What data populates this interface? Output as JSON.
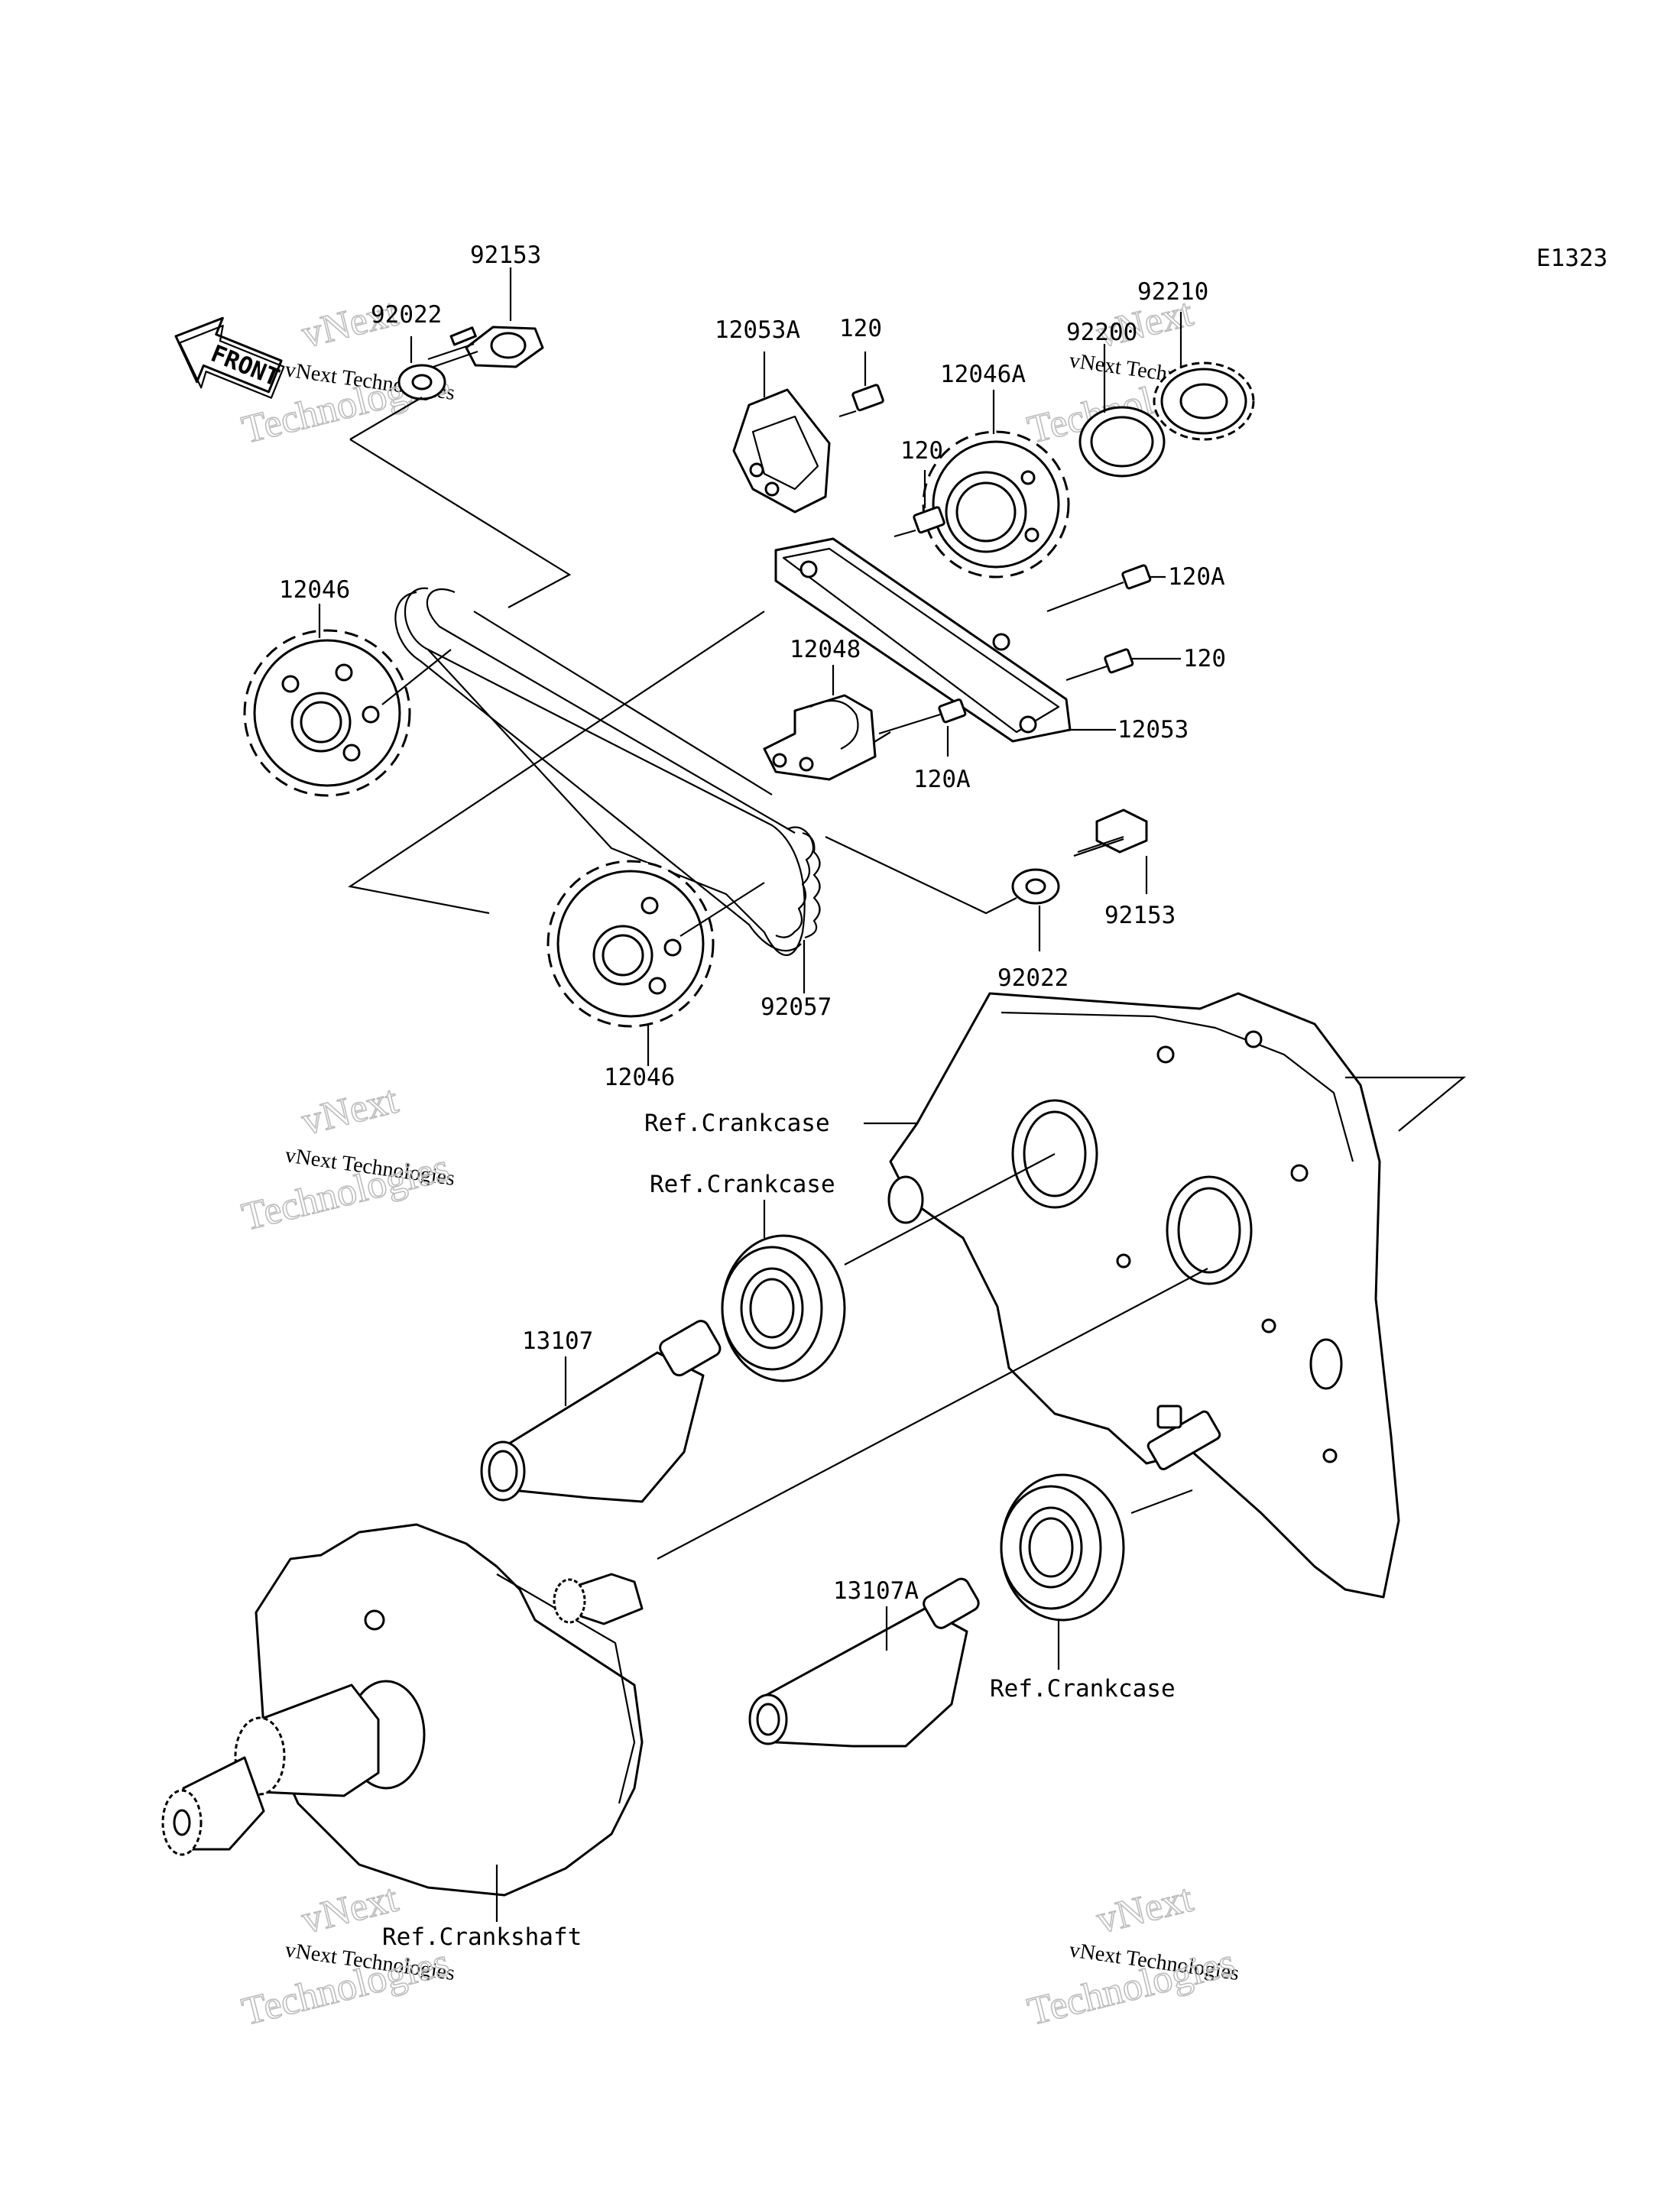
{
  "diagram_code": "E1323",
  "front_badge": "FRONT",
  "watermark": {
    "line1": "vNext Technologies",
    "line2": "Technologies",
    "line3": "vNext"
  },
  "labels": {
    "p92153_top": "92153",
    "p92022_top": "92022",
    "p12053A": "12053A",
    "p120_top": "120",
    "p12046A": "12046A",
    "p92200": "92200",
    "p92210": "92210",
    "p120_mid": "120",
    "p120A_right": "120A",
    "p12046_left": "12046",
    "p12048": "12048",
    "p120_right": "120",
    "p12053": "12053",
    "p120A_low": "120A",
    "p92153_low": "92153",
    "p92022_low": "92022",
    "p92057": "92057",
    "p12046_low": "12046",
    "ref_crankcase_1": "Ref.Crankcase",
    "ref_crankcase_2": "Ref.Crankcase",
    "p13107": "13107",
    "p13107A": "13107A",
    "ref_crankcase_3": "Ref.Crankcase",
    "ref_crankshaft": "Ref.Crankshaft"
  }
}
